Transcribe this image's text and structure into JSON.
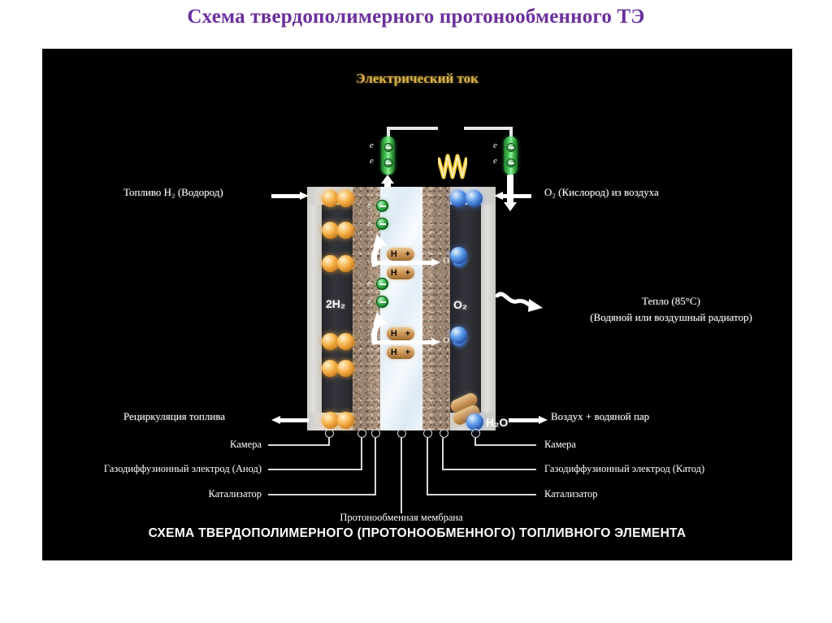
{
  "slide": {
    "title": "Схема твердополимерного протонообменного  ТЭ"
  },
  "diagram": {
    "current_title": "Электрический ток",
    "bottom_caption": "СХЕМА ТВЕРДОПОЛИМЕРНОГО (ПРОТОНООБМЕННОГО) ТОПЛИВНОГО ЭЛЕМЕНТА",
    "labels": {
      "fuel_in": "Топливо H₂ (Водород)",
      "fuel_recirculation": "Рециркуляция топлива",
      "oxygen_in": "O₂ (Кислород) из воздуха",
      "heat_line1": "Тепло (85°C)",
      "heat_line2": "(Водяной или воздушный радиатор)",
      "air_out": "Воздух + водяной пар"
    },
    "formulas": {
      "hydrogen": "2H₂",
      "oxygen": "O₂",
      "water": "H₂O",
      "proton": "H",
      "proton_charge": "+",
      "oxide": "O",
      "electron_tag": "e"
    },
    "legend": {
      "left": [
        "Камера",
        "Газодиффузионный электрод (Анод)",
        "Катализатор"
      ],
      "right": [
        "Камера",
        "Газодиффузионный электрод (Катод)",
        "Катализатор"
      ],
      "membrane": "Протонообменная мембрана"
    }
  },
  "colors": {
    "title_purple": "#6a2f9e",
    "panel_black": "#000000",
    "current_gold": "#d9b24a",
    "electron_green": "#35b546",
    "hydrogen_orange": "#f6b24a",
    "oxygen_blue": "#5c9ae8",
    "membrane_blue": "#eef5fb",
    "catalyst_tan": "#9b8471",
    "plate_grey": "#d6d4d0"
  }
}
